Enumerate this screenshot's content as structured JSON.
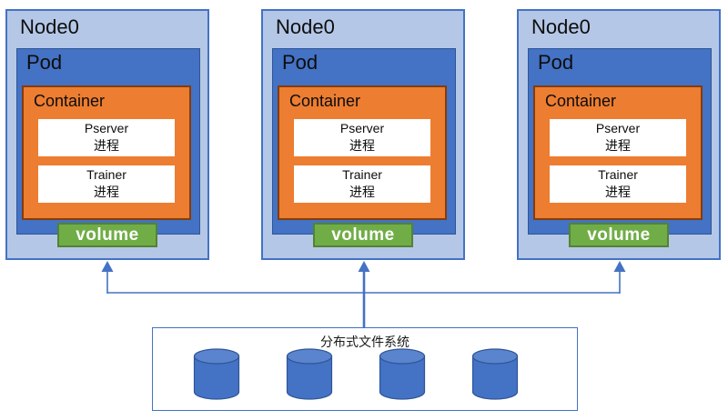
{
  "diagram": {
    "nodes": [
      {
        "title": "Node0",
        "pod": {
          "label": "Pod",
          "container": {
            "label": "Container",
            "processes": [
              {
                "name": "Pserver",
                "type": "进程"
              },
              {
                "name": "Trainer",
                "type": "进程"
              }
            ]
          },
          "volume": {
            "label": "volume"
          }
        }
      },
      {
        "title": "Node0",
        "pod": {
          "label": "Pod",
          "container": {
            "label": "Container",
            "processes": [
              {
                "name": "Pserver",
                "type": "进程"
              },
              {
                "name": "Trainer",
                "type": "进程"
              }
            ]
          },
          "volume": {
            "label": "volume"
          }
        }
      },
      {
        "title": "Node0",
        "pod": {
          "label": "Pod",
          "container": {
            "label": "Container",
            "processes": [
              {
                "name": "Pserver",
                "type": "进程"
              },
              {
                "name": "Trainer",
                "type": "进程"
              }
            ]
          },
          "volume": {
            "label": "volume"
          }
        }
      }
    ],
    "storage": {
      "label": "分布式文件系统",
      "cylinder_count": 4,
      "icon": "database-cylinder"
    },
    "connections": {
      "description": "arrows-from-storage-up-to-each-node-volume",
      "arrow_count": 3
    },
    "colors": {
      "node-fill": "#b4c7e7",
      "node-border": "#4472c4",
      "pod-fill": "#4472c4",
      "pod-border": "#2f5597",
      "container-fill": "#ed7d31",
      "container-border": "#843c0c",
      "process-fill": "#ffffff",
      "volume-fill": "#70ad47",
      "volume-border": "#548235",
      "volume-text": "#ffffff",
      "storage-fill": "#ffffff",
      "storage-border": "#4472c4",
      "cylinder-fill": "#4472c4",
      "cylinder-top": "#5b84ce",
      "cylinder-border": "#2f5597",
      "arrow": "#4472c4"
    }
  }
}
